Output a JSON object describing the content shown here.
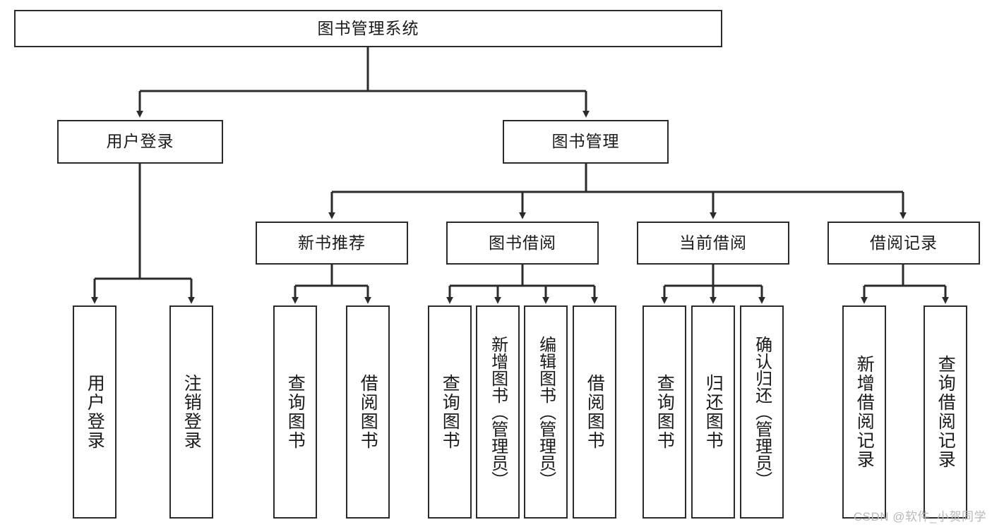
{
  "diagram": {
    "type": "tree-hierarchy",
    "title": "图书管理系统",
    "watermark": "CSDN @软件_小贺同学",
    "colors": {
      "box_border": "#2b2b2b",
      "box_fill": "#ffffff",
      "connector": "#2b2b2b",
      "text": "#1a1a1a",
      "watermark": "#b8b8b8"
    },
    "levels": [
      {
        "level": 1,
        "nodes": [
          {
            "id": "root",
            "label": "图书管理系统",
            "orientation": "horizontal"
          }
        ]
      },
      {
        "level": 2,
        "nodes": [
          {
            "id": "login",
            "label": "用户登录",
            "orientation": "horizontal"
          },
          {
            "id": "bookmgmt",
            "label": "图书管理",
            "orientation": "horizontal"
          }
        ]
      },
      {
        "level": 3,
        "nodes": [
          {
            "id": "newbook",
            "label": "新书推荐",
            "orientation": "horizontal"
          },
          {
            "id": "borrow",
            "label": "图书借阅",
            "orientation": "horizontal"
          },
          {
            "id": "current",
            "label": "当前借阅",
            "orientation": "horizontal"
          },
          {
            "id": "records",
            "label": "借阅记录",
            "orientation": "horizontal"
          }
        ]
      },
      {
        "level": 4,
        "nodes": [
          {
            "id": "leaf1",
            "label": "用户登录",
            "orientation": "vertical",
            "parent": "login"
          },
          {
            "id": "leaf2",
            "label": "注销登录",
            "orientation": "vertical",
            "parent": "login"
          },
          {
            "id": "leaf3",
            "label": "查询图书",
            "orientation": "vertical",
            "parent": "newbook"
          },
          {
            "id": "leaf4",
            "label": "借阅图书",
            "orientation": "vertical",
            "parent": "newbook"
          },
          {
            "id": "leaf5",
            "label": "查询图书",
            "orientation": "vertical",
            "parent": "borrow"
          },
          {
            "id": "leaf6",
            "label": "新增图书（管理员）",
            "orientation": "vertical",
            "parent": "borrow"
          },
          {
            "id": "leaf7",
            "label": "编辑图书（管理员）",
            "orientation": "vertical",
            "parent": "borrow"
          },
          {
            "id": "leaf8",
            "label": "借阅图书",
            "orientation": "vertical",
            "parent": "borrow"
          },
          {
            "id": "leaf9",
            "label": "查询图书",
            "orientation": "vertical",
            "parent": "current"
          },
          {
            "id": "leaf10",
            "label": "归还图书",
            "orientation": "vertical",
            "parent": "current"
          },
          {
            "id": "leaf11",
            "label": "确认归还（管理员）",
            "orientation": "vertical",
            "parent": "current"
          },
          {
            "id": "leaf12",
            "label": "新增借阅记录",
            "orientation": "vertical",
            "parent": "records"
          },
          {
            "id": "leaf13",
            "label": "查询借阅记录",
            "orientation": "vertical",
            "parent": "records"
          }
        ]
      }
    ]
  }
}
